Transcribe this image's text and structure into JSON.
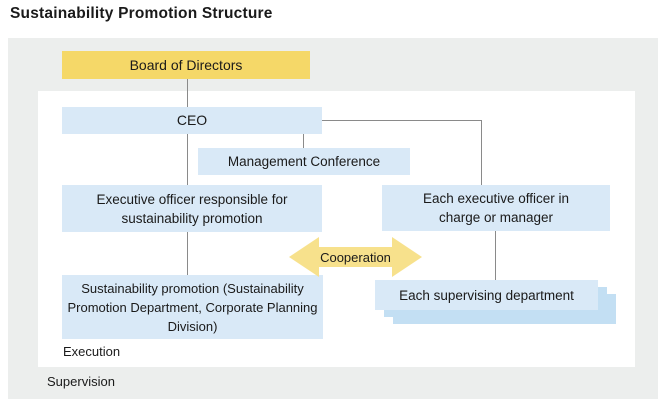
{
  "title": "Sustainability Promotion Structure",
  "nodes": {
    "board": "Board of Directors",
    "ceo": "CEO",
    "management_conference": "Management Conference",
    "exec_officer_sustainability": "Executive officer responsible for sustainability promotion",
    "exec_officer_each": "Each executive officer in charge or manager",
    "sustainability_promotion": "Sustainability promotion (Sustainability Promotion Department, Corporate Planning Division)",
    "supervising_department": "Each supervising department"
  },
  "labels": {
    "cooperation": "Cooperation",
    "execution": "Execution",
    "supervision": "Supervision"
  },
  "colors": {
    "board_yellow": "#f5d868",
    "arrow_yellow": "#f7e18c",
    "box_blue": "#d9e9f7",
    "box_blue_shadow": "#c3dff3",
    "supervision_bg": "#eceeed",
    "execution_bg": "#ffffff",
    "connector_gray": "#8a8a8a",
    "text": "#1a1a1a"
  }
}
